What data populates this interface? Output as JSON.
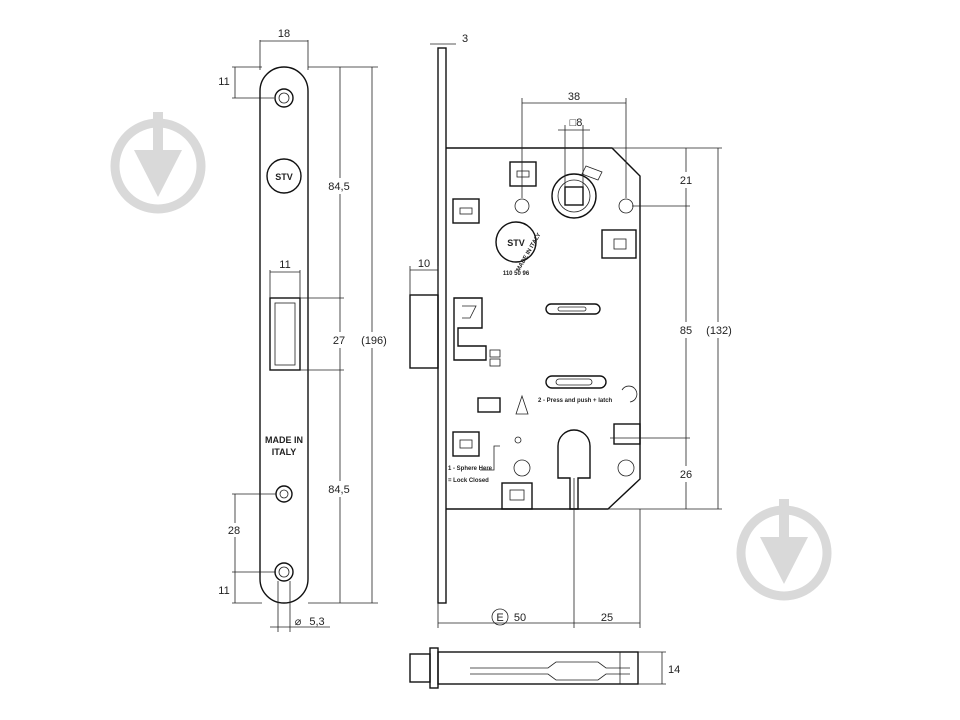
{
  "faceplate": {
    "width": "18",
    "top_hole_offset": "11",
    "bottom_hole_offset": "11",
    "upper_distance": "84,5",
    "lower_distance": "84,5",
    "latch_width": "11",
    "latch_height": "27",
    "total_height": "(196)",
    "lower_hole_spacing": "28",
    "hole_diameter": "5,3",
    "logo": "STV",
    "made_in_line1": "MADE IN",
    "made_in_line2": "ITALY"
  },
  "body": {
    "plate_thickness": "3",
    "spindle_to_hole": "38",
    "square_spindle": "□8",
    "top_offset": "21",
    "latch_projection": "10",
    "center_distance": "85",
    "body_height": "(132)",
    "bottom_offset": "26",
    "backset_label": "E",
    "backset": "50",
    "cylinder_offset": "25",
    "logo": "STV",
    "logo_sub": "MADE IN ITALY",
    "code": "110 50 96",
    "note_press": "2 - Press and push + latch",
    "note_sphere": "1 - Sphere Here",
    "note_lock": "= Lock Closed"
  },
  "bottom_view": {
    "thickness": "14"
  }
}
